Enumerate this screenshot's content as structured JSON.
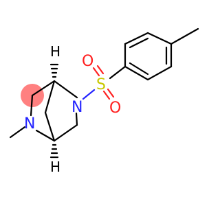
{
  "molecule": {
    "atoms": {
      "n_ring_left": "N",
      "n_ring_right": "N",
      "sulfur": "S",
      "oxygen_top": "O",
      "oxygen_bottom": "O",
      "h_top": "H",
      "h_bottom": "H"
    },
    "colors": {
      "bond": "#000000",
      "nitrogen": "#2323ff",
      "sulfur": "#c8c800",
      "oxygen": "#ff2020",
      "highlight": "#ff8080"
    }
  }
}
